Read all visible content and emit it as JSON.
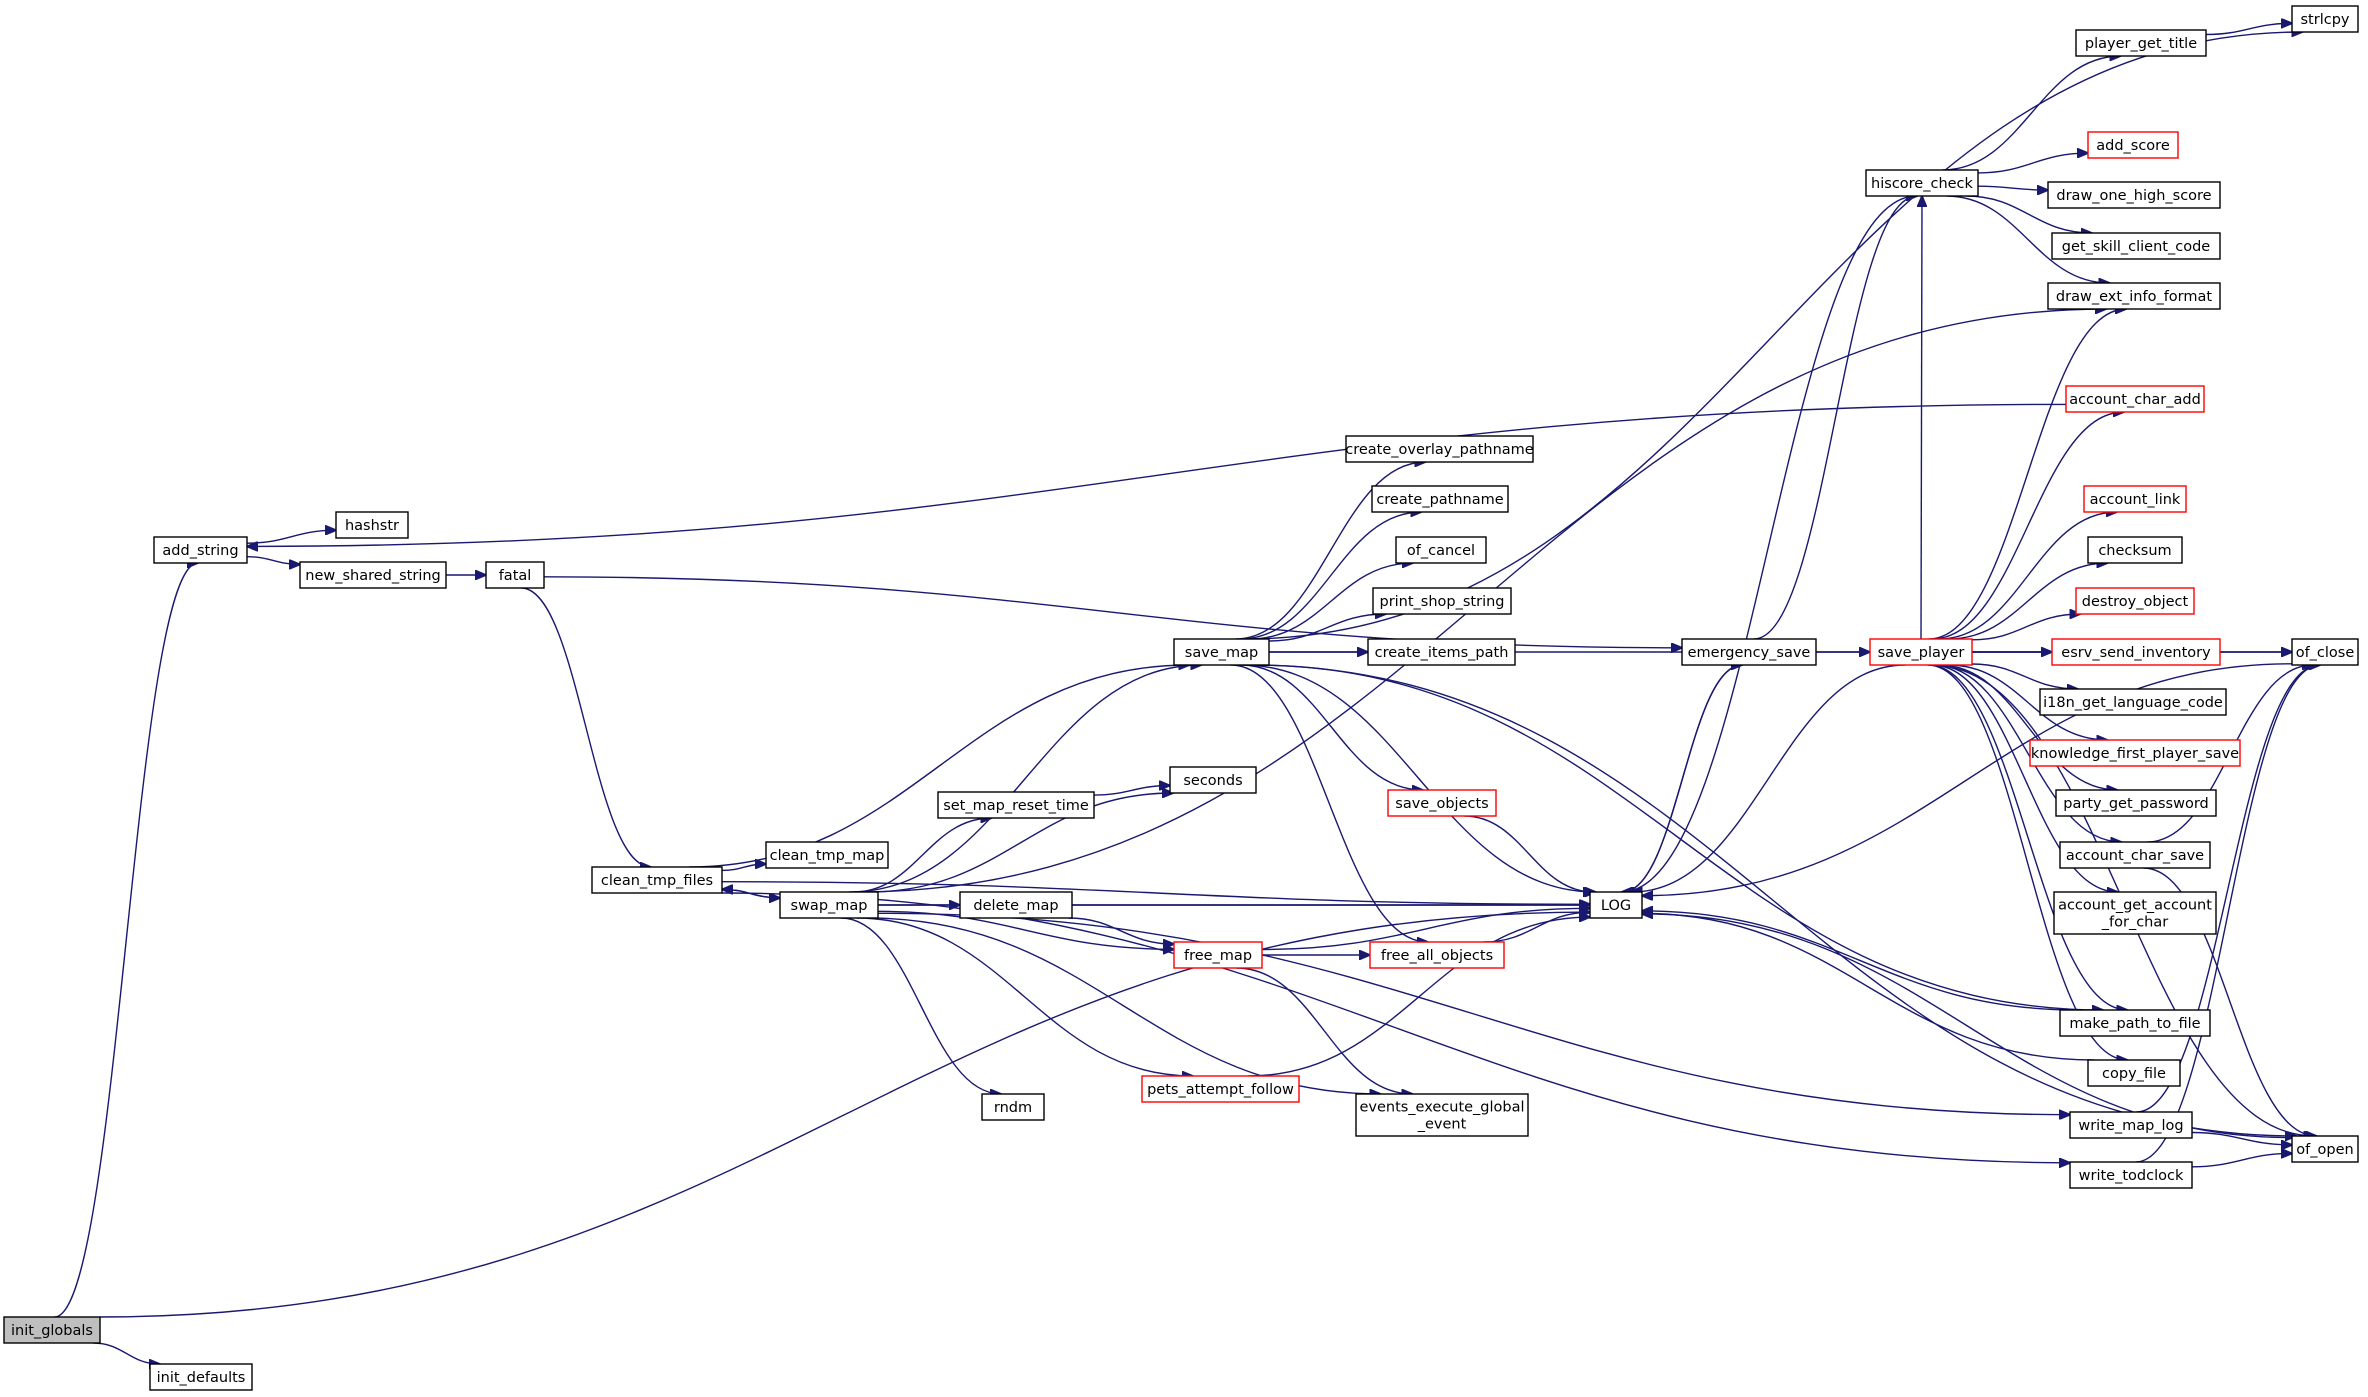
{
  "nodes": [
    {
      "id": "init_globals",
      "label": [
        "init_globals"
      ],
      "style": "root"
    },
    {
      "id": "init_defaults",
      "label": [
        "init_defaults"
      ],
      "style": "normal"
    },
    {
      "id": "add_string",
      "label": [
        "add_string"
      ],
      "style": "normal"
    },
    {
      "id": "hashstr",
      "label": [
        "hashstr"
      ],
      "style": "normal"
    },
    {
      "id": "new_shared_string",
      "label": [
        "new_shared_string"
      ],
      "style": "normal"
    },
    {
      "id": "fatal",
      "label": [
        "fatal"
      ],
      "style": "normal"
    },
    {
      "id": "clean_tmp_files",
      "label": [
        "clean_tmp_files"
      ],
      "style": "normal"
    },
    {
      "id": "clean_tmp_map",
      "label": [
        "clean_tmp_map"
      ],
      "style": "normal"
    },
    {
      "id": "swap_map",
      "label": [
        "swap_map"
      ],
      "style": "normal"
    },
    {
      "id": "set_map_reset_time",
      "label": [
        "set_map_reset_time"
      ],
      "style": "normal"
    },
    {
      "id": "seconds",
      "label": [
        "seconds"
      ],
      "style": "normal"
    },
    {
      "id": "delete_map",
      "label": [
        "delete_map"
      ],
      "style": "normal"
    },
    {
      "id": "free_map",
      "label": [
        "free_map"
      ],
      "style": "red"
    },
    {
      "id": "rndm",
      "label": [
        "rndm"
      ],
      "style": "normal"
    },
    {
      "id": "pets_attempt_follow",
      "label": [
        "pets_attempt_follow"
      ],
      "style": "red"
    },
    {
      "id": "events_execute_global_event",
      "label": [
        "events_execute_global",
        "_event"
      ],
      "style": "normal"
    },
    {
      "id": "save_map",
      "label": [
        "save_map"
      ],
      "style": "normal"
    },
    {
      "id": "create_overlay_pathname",
      "label": [
        "create_overlay_pathname"
      ],
      "style": "normal"
    },
    {
      "id": "create_pathname",
      "label": [
        "create_pathname"
      ],
      "style": "normal"
    },
    {
      "id": "of_cancel",
      "label": [
        "of_cancel"
      ],
      "style": "normal"
    },
    {
      "id": "print_shop_string",
      "label": [
        "print_shop_string"
      ],
      "style": "normal"
    },
    {
      "id": "create_items_path",
      "label": [
        "create_items_path"
      ],
      "style": "normal"
    },
    {
      "id": "save_objects",
      "label": [
        "save_objects"
      ],
      "style": "red"
    },
    {
      "id": "free_all_objects",
      "label": [
        "free_all_objects"
      ],
      "style": "red"
    },
    {
      "id": "LOG",
      "label": [
        "LOG"
      ],
      "style": "normal"
    },
    {
      "id": "emergency_save",
      "label": [
        "emergency_save"
      ],
      "style": "normal"
    },
    {
      "id": "save_player",
      "label": [
        "save_player"
      ],
      "style": "red"
    },
    {
      "id": "hiscore_check",
      "label": [
        "hiscore_check"
      ],
      "style": "normal"
    },
    {
      "id": "player_get_title",
      "label": [
        "player_get_title"
      ],
      "style": "normal"
    },
    {
      "id": "strlcpy",
      "label": [
        "strlcpy"
      ],
      "style": "normal"
    },
    {
      "id": "add_score",
      "label": [
        "add_score"
      ],
      "style": "red"
    },
    {
      "id": "draw_one_high_score",
      "label": [
        "draw_one_high_score"
      ],
      "style": "normal"
    },
    {
      "id": "get_skill_client_code",
      "label": [
        "get_skill_client_code"
      ],
      "style": "normal"
    },
    {
      "id": "draw_ext_info_format",
      "label": [
        "draw_ext_info_format"
      ],
      "style": "normal"
    },
    {
      "id": "account_char_add",
      "label": [
        "account_char_add"
      ],
      "style": "red"
    },
    {
      "id": "account_link",
      "label": [
        "account_link"
      ],
      "style": "red"
    },
    {
      "id": "checksum",
      "label": [
        "checksum"
      ],
      "style": "normal"
    },
    {
      "id": "destroy_object",
      "label": [
        "destroy_object"
      ],
      "style": "red"
    },
    {
      "id": "esrv_send_inventory",
      "label": [
        "esrv_send_inventory"
      ],
      "style": "red"
    },
    {
      "id": "i18n_get_language_code",
      "label": [
        "i18n_get_language_code"
      ],
      "style": "normal"
    },
    {
      "id": "knowledge_first_player_save",
      "label": [
        "knowledge_first_player_save"
      ],
      "style": "red"
    },
    {
      "id": "party_get_password",
      "label": [
        "party_get_password"
      ],
      "style": "normal"
    },
    {
      "id": "account_char_save",
      "label": [
        "account_char_save"
      ],
      "style": "normal"
    },
    {
      "id": "account_get_account_for_char",
      "label": [
        "account_get_account",
        "_for_char"
      ],
      "style": "normal"
    },
    {
      "id": "make_path_to_file",
      "label": [
        "make_path_to_file"
      ],
      "style": "normal"
    },
    {
      "id": "copy_file",
      "label": [
        "copy_file"
      ],
      "style": "normal"
    },
    {
      "id": "write_map_log",
      "label": [
        "write_map_log"
      ],
      "style": "normal"
    },
    {
      "id": "write_todclock",
      "label": [
        "write_todclock"
      ],
      "style": "normal"
    },
    {
      "id": "of_close",
      "label": [
        "of_close"
      ],
      "style": "normal"
    },
    {
      "id": "of_open",
      "label": [
        "of_open"
      ],
      "style": "normal"
    }
  ],
  "edges": [
    [
      "init_globals",
      "init_defaults"
    ],
    [
      "init_globals",
      "add_string"
    ],
    [
      "init_globals",
      "LOG"
    ],
    [
      "add_string",
      "hashstr"
    ],
    [
      "add_string",
      "new_shared_string"
    ],
    [
      "new_shared_string",
      "fatal"
    ],
    [
      "fatal",
      "clean_tmp_files"
    ],
    [
      "fatal",
      "emergency_save"
    ],
    [
      "clean_tmp_files",
      "clean_tmp_map"
    ],
    [
      "clean_tmp_files",
      "swap_map"
    ],
    [
      "clean_tmp_files",
      "save_map"
    ],
    [
      "clean_tmp_files",
      "LOG"
    ],
    [
      "clean_tmp_files",
      "write_todclock"
    ],
    [
      "swap_map",
      "set_map_reset_time"
    ],
    [
      "swap_map",
      "seconds"
    ],
    [
      "swap_map",
      "delete_map"
    ],
    [
      "swap_map",
      "free_map"
    ],
    [
      "swap_map",
      "rndm"
    ],
    [
      "swap_map",
      "pets_attempt_follow"
    ],
    [
      "swap_map",
      "events_execute_global_event"
    ],
    [
      "swap_map",
      "save_map"
    ],
    [
      "swap_map",
      "LOG"
    ],
    [
      "swap_map",
      "write_map_log"
    ],
    [
      "swap_map",
      "draw_ext_info_format"
    ],
    [
      "swap_map",
      "clean_tmp_files"
    ],
    [
      "set_map_reset_time",
      "seconds"
    ],
    [
      "delete_map",
      "free_map"
    ],
    [
      "delete_map",
      "LOG"
    ],
    [
      "free_map",
      "free_all_objects"
    ],
    [
      "free_map",
      "events_execute_global_event"
    ],
    [
      "free_map",
      "LOG"
    ],
    [
      "pets_attempt_follow",
      "LOG"
    ],
    [
      "save_map",
      "create_overlay_pathname"
    ],
    [
      "save_map",
      "create_pathname"
    ],
    [
      "save_map",
      "of_cancel"
    ],
    [
      "save_map",
      "print_shop_string"
    ],
    [
      "save_map",
      "create_items_path"
    ],
    [
      "save_map",
      "save_objects"
    ],
    [
      "save_map",
      "free_all_objects"
    ],
    [
      "save_map",
      "LOG"
    ],
    [
      "save_map",
      "make_path_to_file"
    ],
    [
      "save_map",
      "strlcpy"
    ],
    [
      "save_map",
      "of_close"
    ],
    [
      "save_map",
      "of_open"
    ],
    [
      "save_objects",
      "LOG"
    ],
    [
      "free_all_objects",
      "LOG"
    ],
    [
      "emergency_save",
      "save_player"
    ],
    [
      "emergency_save",
      "LOG"
    ],
    [
      "emergency_save",
      "hiscore_check"
    ],
    [
      "LOG",
      "emergency_save"
    ],
    [
      "save_player",
      "hiscore_check"
    ],
    [
      "save_player",
      "account_char_add"
    ],
    [
      "save_player",
      "account_link"
    ],
    [
      "save_player",
      "checksum"
    ],
    [
      "save_player",
      "destroy_object"
    ],
    [
      "save_player",
      "esrv_send_inventory"
    ],
    [
      "save_player",
      "i18n_get_language_code"
    ],
    [
      "save_player",
      "knowledge_first_player_save"
    ],
    [
      "save_player",
      "party_get_password"
    ],
    [
      "save_player",
      "account_char_save"
    ],
    [
      "save_player",
      "account_get_account_for_char"
    ],
    [
      "save_player",
      "make_path_to_file"
    ],
    [
      "save_player",
      "copy_file"
    ],
    [
      "save_player",
      "draw_ext_info_format"
    ],
    [
      "save_player",
      "of_close"
    ],
    [
      "save_player",
      "of_open"
    ],
    [
      "save_player",
      "LOG"
    ],
    [
      "hiscore_check",
      "player_get_title"
    ],
    [
      "hiscore_check",
      "add_score"
    ],
    [
      "hiscore_check",
      "draw_one_high_score"
    ],
    [
      "hiscore_check",
      "get_skill_client_code"
    ],
    [
      "hiscore_check",
      "draw_ext_info_format"
    ],
    [
      "hiscore_check",
      "LOG"
    ],
    [
      "player_get_title",
      "strlcpy"
    ],
    [
      "account_char_add",
      "add_string"
    ],
    [
      "account_char_save",
      "of_close"
    ],
    [
      "account_char_save",
      "of_open"
    ],
    [
      "make_path_to_file",
      "LOG"
    ],
    [
      "copy_file",
      "LOG"
    ],
    [
      "write_map_log",
      "of_close"
    ],
    [
      "write_map_log",
      "of_open"
    ],
    [
      "write_todclock",
      "of_close"
    ],
    [
      "write_todclock",
      "of_open"
    ],
    [
      "of_open",
      "LOG"
    ],
    [
      "of_close",
      "LOG"
    ]
  ]
}
